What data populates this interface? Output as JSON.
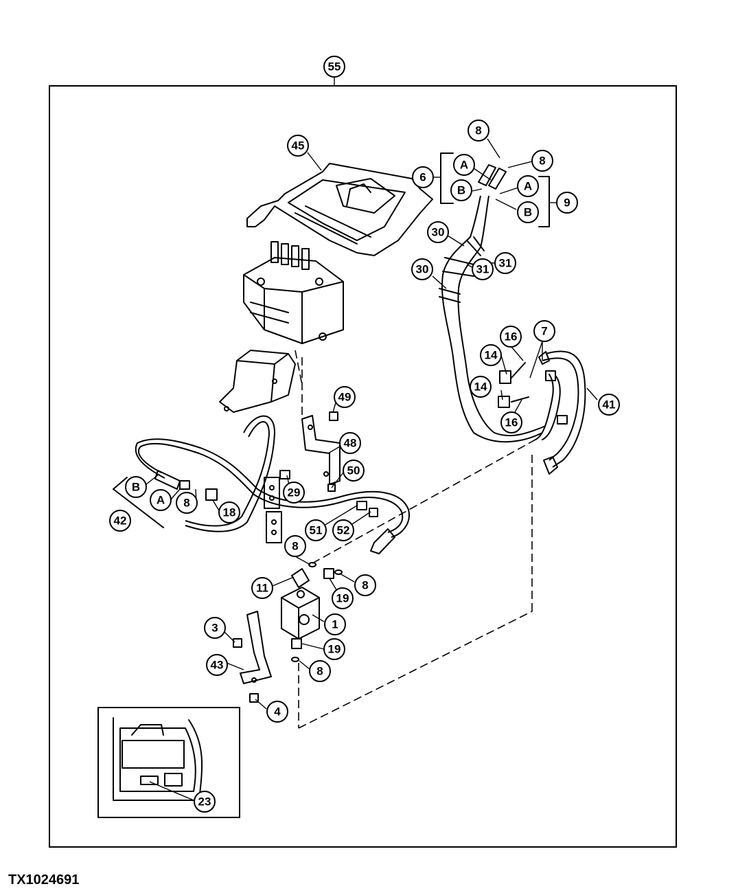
{
  "figure_id": "TX1024691",
  "assembly_callout": "55",
  "callouts": [
    "1",
    "3",
    "4",
    "6",
    "7",
    "8",
    "9",
    "11",
    "14",
    "16",
    "18",
    "19",
    "23",
    "29",
    "30",
    "31",
    "41",
    "42",
    "43",
    "45",
    "48",
    "49",
    "50",
    "51",
    "52"
  ],
  "port_labels": [
    "A",
    "B"
  ],
  "colors": {
    "line": "#000000",
    "background": "#ffffff"
  }
}
